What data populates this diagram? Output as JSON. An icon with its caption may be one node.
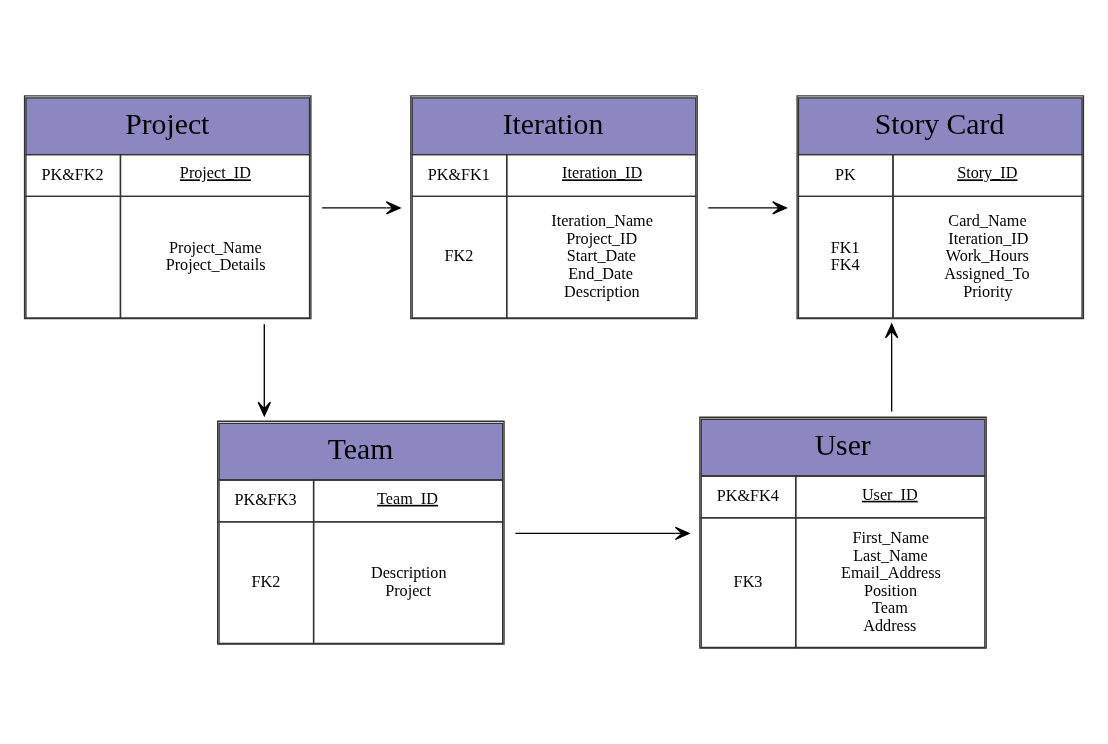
{
  "diagram": {
    "nodes": [
      {
        "text": [
          "Story Card",
          "PK",
          "Story_ID",
          "FK1 FK4",
          "Card_Name Iteration_ID Work_Hours Assigned_To Priority"
        ]
      },
      {
        "text": [
          "Project",
          "PK&FK2",
          "Project_ID",
          "Project_Name Project_Details"
        ]
      },
      {
        "text": [
          "Iteration",
          "PK&FK1",
          "Iteration_ID",
          "FK2",
          "Iteration_Name Project_ID Start_Date End_Date Description"
        ]
      },
      {
        "text": [
          "Team",
          "PK&FK3",
          "Team_ID",
          "FK2",
          "Description Project"
        ]
      },
      {
        "text": [
          "User",
          "PK&FK4",
          "User_ID",
          "FK3",
          "First_Name Last_Name Email_Address Position Team Address"
        ]
      }
    ],
    "edges": [
      {
        "from": 2,
        "to": 0,
        "arrow": "to"
      },
      {
        "from": 1,
        "to": 2,
        "arrow": "to"
      },
      {
        "from": 1,
        "to": 3,
        "arrow": "to"
      },
      {
        "from": 4,
        "to": 0,
        "arrow": "to"
      },
      {
        "from": 3,
        "to": 4,
        "arrow": "to"
      }
    ]
  }
}
